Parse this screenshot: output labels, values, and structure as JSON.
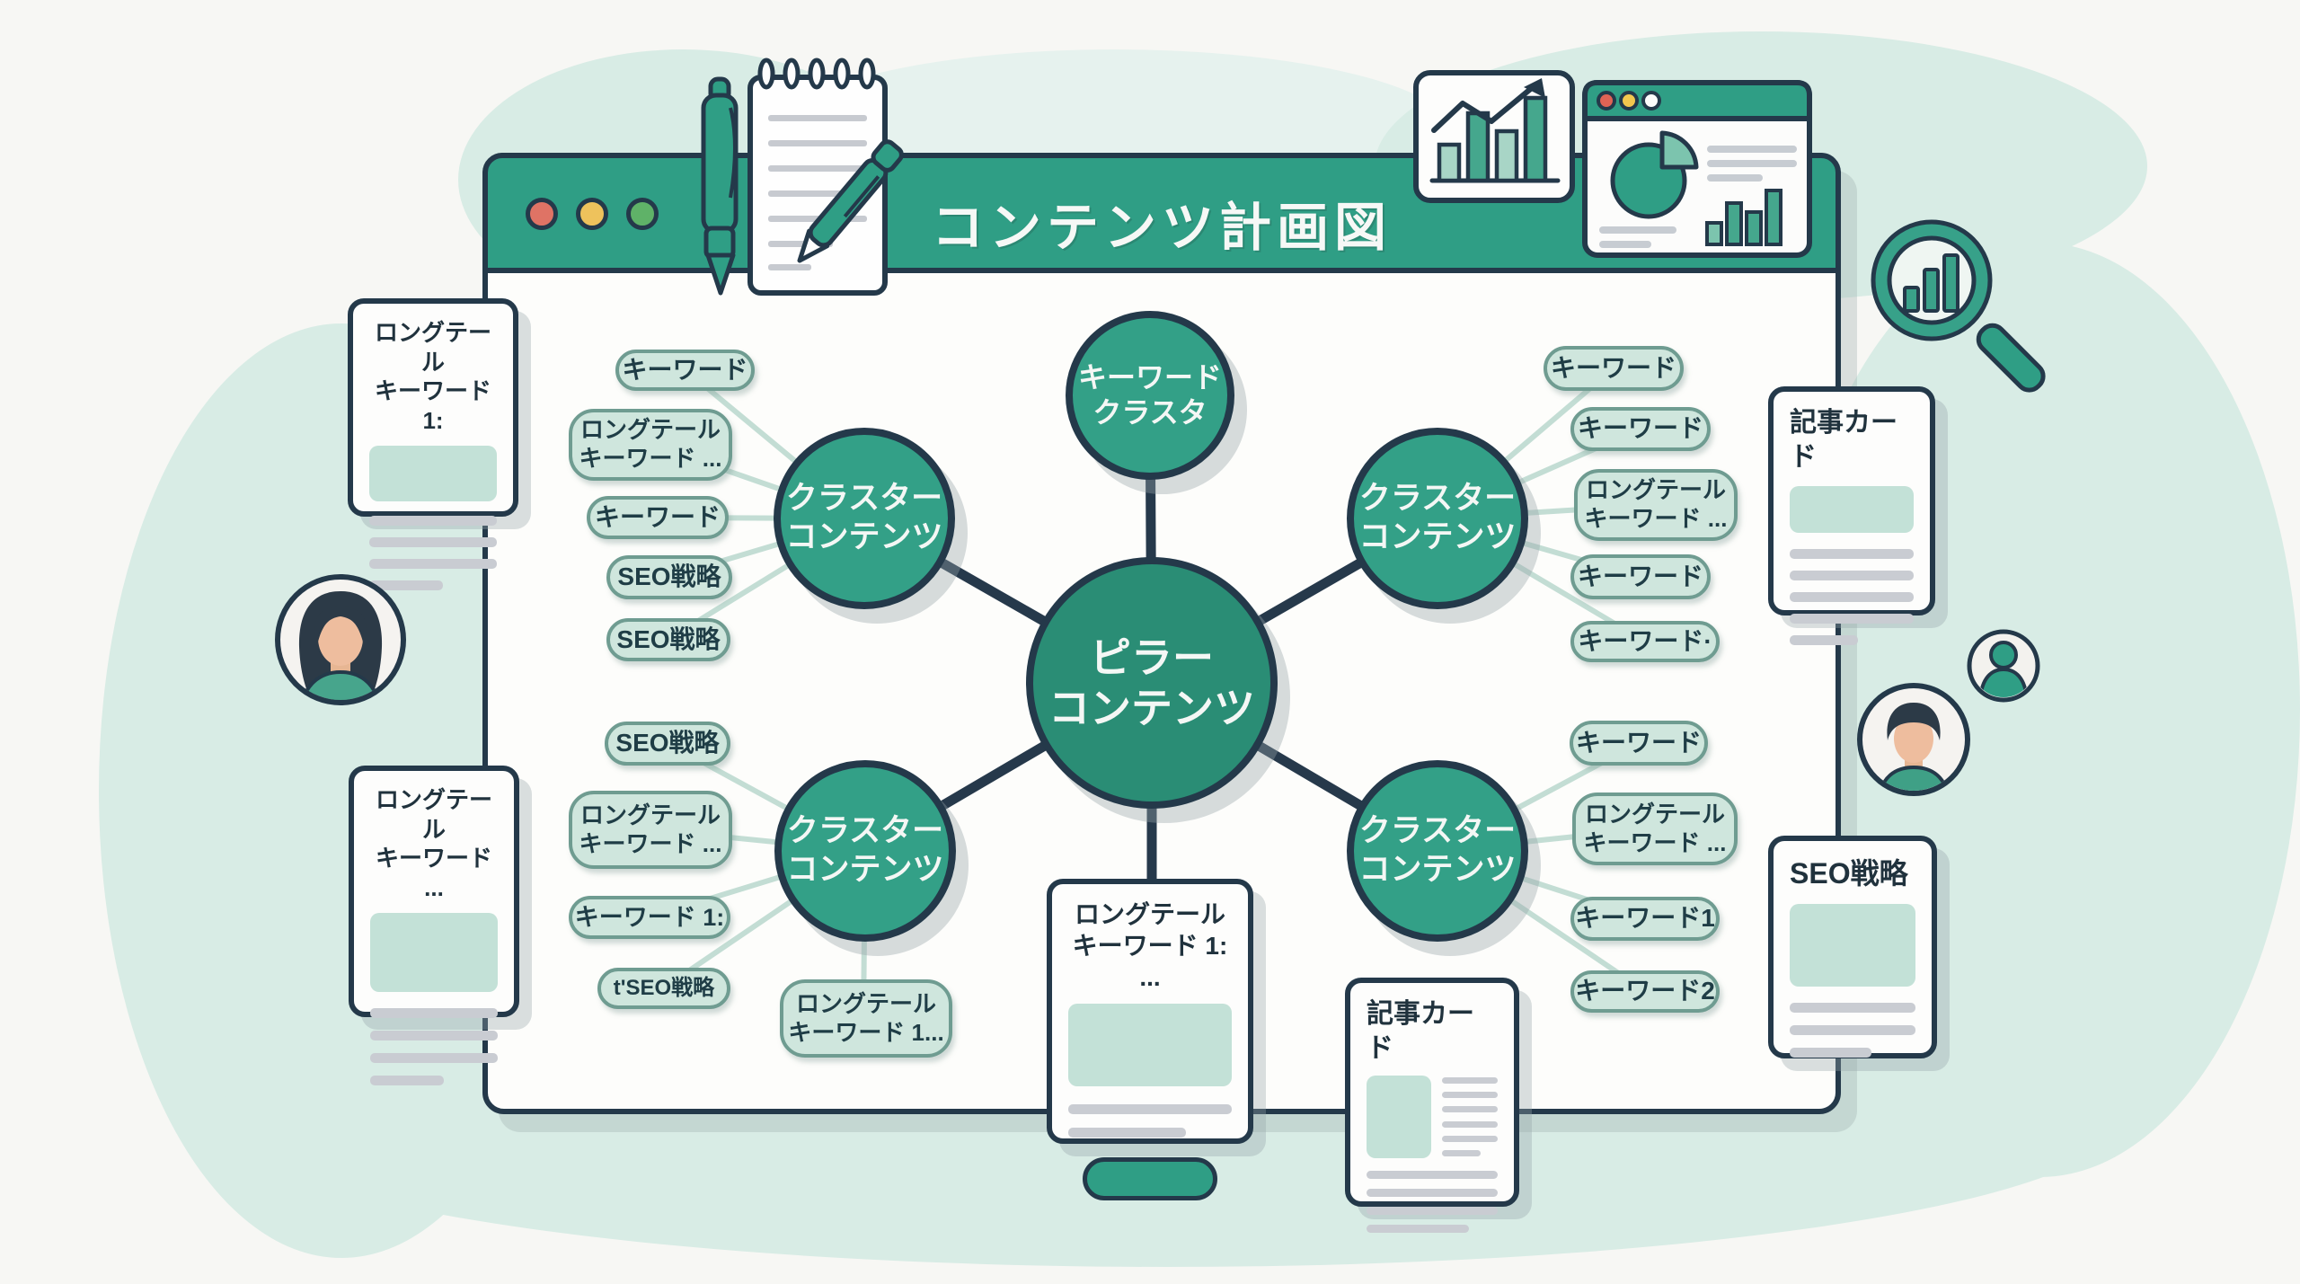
{
  "window": {
    "title": "コンテンツ計画図",
    "traffic_lights": [
      "red",
      "yellow",
      "green"
    ]
  },
  "nodes": {
    "pillar": {
      "lines": [
        "ピラー",
        "コンテンツ"
      ]
    },
    "keyword_cluster": {
      "lines": [
        "キーワード",
        "クラスタ"
      ]
    },
    "cluster_top_left": {
      "lines": [
        "クラスター",
        "コンテンツ"
      ]
    },
    "cluster_top_right": {
      "lines": [
        "クラスター",
        "コンテンツ"
      ]
    },
    "cluster_bottom_left": {
      "lines": [
        "クラスター",
        "コンテンツ"
      ]
    },
    "cluster_bottom_right": {
      "lines": [
        "クラスター",
        "コンテンツ"
      ]
    }
  },
  "pills": {
    "top_left": [
      {
        "lines": [
          "キーワード"
        ]
      },
      {
        "lines": [
          "ロングテール",
          "キーワード ..."
        ]
      },
      {
        "lines": [
          "キーワード"
        ]
      },
      {
        "lines": [
          "SEO戦略"
        ]
      },
      {
        "lines": [
          "SEO戦略"
        ]
      }
    ],
    "bottom_left": [
      {
        "lines": [
          "SEO戦略"
        ]
      },
      {
        "lines": [
          "ロングテール",
          "キーワード ..."
        ]
      },
      {
        "lines": [
          "キーワード 1:"
        ]
      },
      {
        "lines": [
          "t'SEO戦略"
        ]
      },
      {
        "lines": [
          "ロングテール",
          "キーワード 1..."
        ]
      }
    ],
    "top_right": [
      {
        "lines": [
          "キーワード"
        ]
      },
      {
        "lines": [
          "キーワード"
        ]
      },
      {
        "lines": [
          "ロングテール",
          "キーワード ..."
        ]
      },
      {
        "lines": [
          "キーワード"
        ]
      },
      {
        "lines": [
          "キーワード·"
        ]
      }
    ],
    "bottom_right": [
      {
        "lines": [
          "キーワード"
        ]
      },
      {
        "lines": [
          "ロングテール",
          "キーワード ..."
        ]
      },
      {
        "lines": [
          "キーワード1"
        ]
      },
      {
        "lines": [
          "キーワード2"
        ]
      }
    ]
  },
  "cards": {
    "left_top": {
      "title_lines": [
        "ロングテール",
        "キーワード 1:"
      ]
    },
    "left_bottom": {
      "title_lines": [
        "ロングテール",
        "キーワード ..."
      ]
    },
    "right_article": {
      "title": "記事カード"
    },
    "right_seo": {
      "title": "SEO戦略"
    },
    "bottom_center": {
      "title_lines": [
        "ロングテール",
        "キーワード 1: ..."
      ]
    },
    "bottom_right_article": {
      "title": "記事カード"
    }
  },
  "icons": {
    "decorations": [
      "pen-icon",
      "notepad-icon",
      "bar-chart-card-icon",
      "analytics-browser-icon",
      "magnifier-chart-icon",
      "female-avatar",
      "male-avatar",
      "person-badge-icon"
    ]
  },
  "colors": {
    "teal": "#2f9e85",
    "teal_dark": "#2a8d75",
    "outline_navy": "#24394a",
    "mint_blob": "#d8ece5",
    "pill_fill": "#cfe6dd",
    "pill_border": "#6f9c91",
    "mint_block": "#c3e1d7",
    "gray_line": "#c9ccd2",
    "dot_red": "#df7365",
    "dot_yellow": "#eec25c",
    "dot_green": "#5fb268"
  }
}
